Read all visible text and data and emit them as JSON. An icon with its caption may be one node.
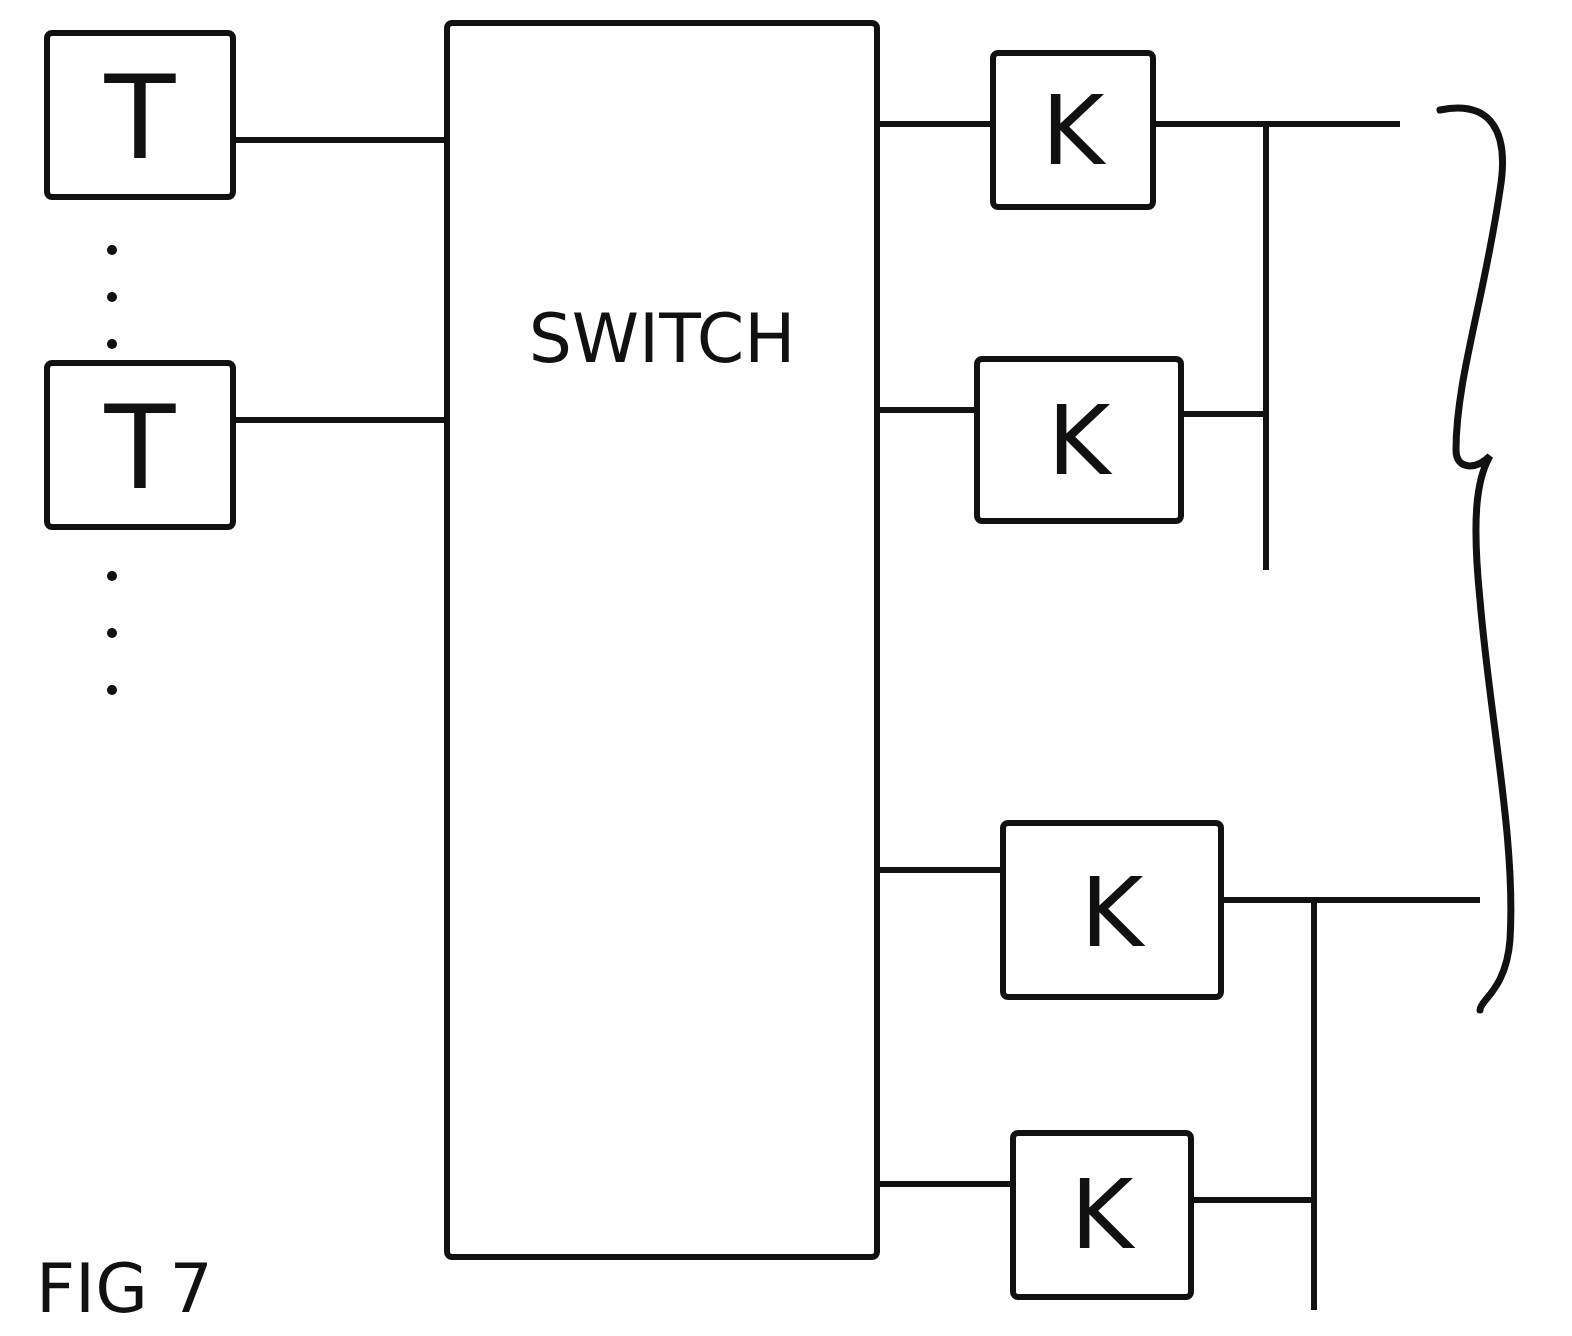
{
  "diagram": {
    "nodes": [
      {
        "text": [
          "T"
        ]
      },
      {
        "text": [
          "T"
        ]
      },
      {
        "text": [
          "SWITCH"
        ]
      },
      {
        "text": [
          "K"
        ]
      },
      {
        "text": [
          "K"
        ]
      },
      {
        "text": [
          "K"
        ]
      },
      {
        "text": [
          "K"
        ]
      }
    ],
    "edges": [
      {
        "from": 0,
        "to": 2,
        "arrow": "none"
      },
      {
        "from": 1,
        "to": 2,
        "arrow": "none"
      },
      {
        "from": 2,
        "to": 3,
        "arrow": "none"
      },
      {
        "from": 2,
        "to": 4,
        "arrow": "none"
      },
      {
        "from": 2,
        "to": 5,
        "arrow": "none"
      },
      {
        "from": 2,
        "to": 6,
        "arrow": "none"
      },
      {
        "from": 3,
        "to": null,
        "arrow": "none"
      },
      {
        "from": 4,
        "to": 3,
        "arrow": "none"
      },
      {
        "from": 5,
        "to": null,
        "arrow": "none"
      },
      {
        "from": 6,
        "to": 5,
        "arrow": "none"
      }
    ],
    "labels": [
      "FIG 7"
    ]
  }
}
